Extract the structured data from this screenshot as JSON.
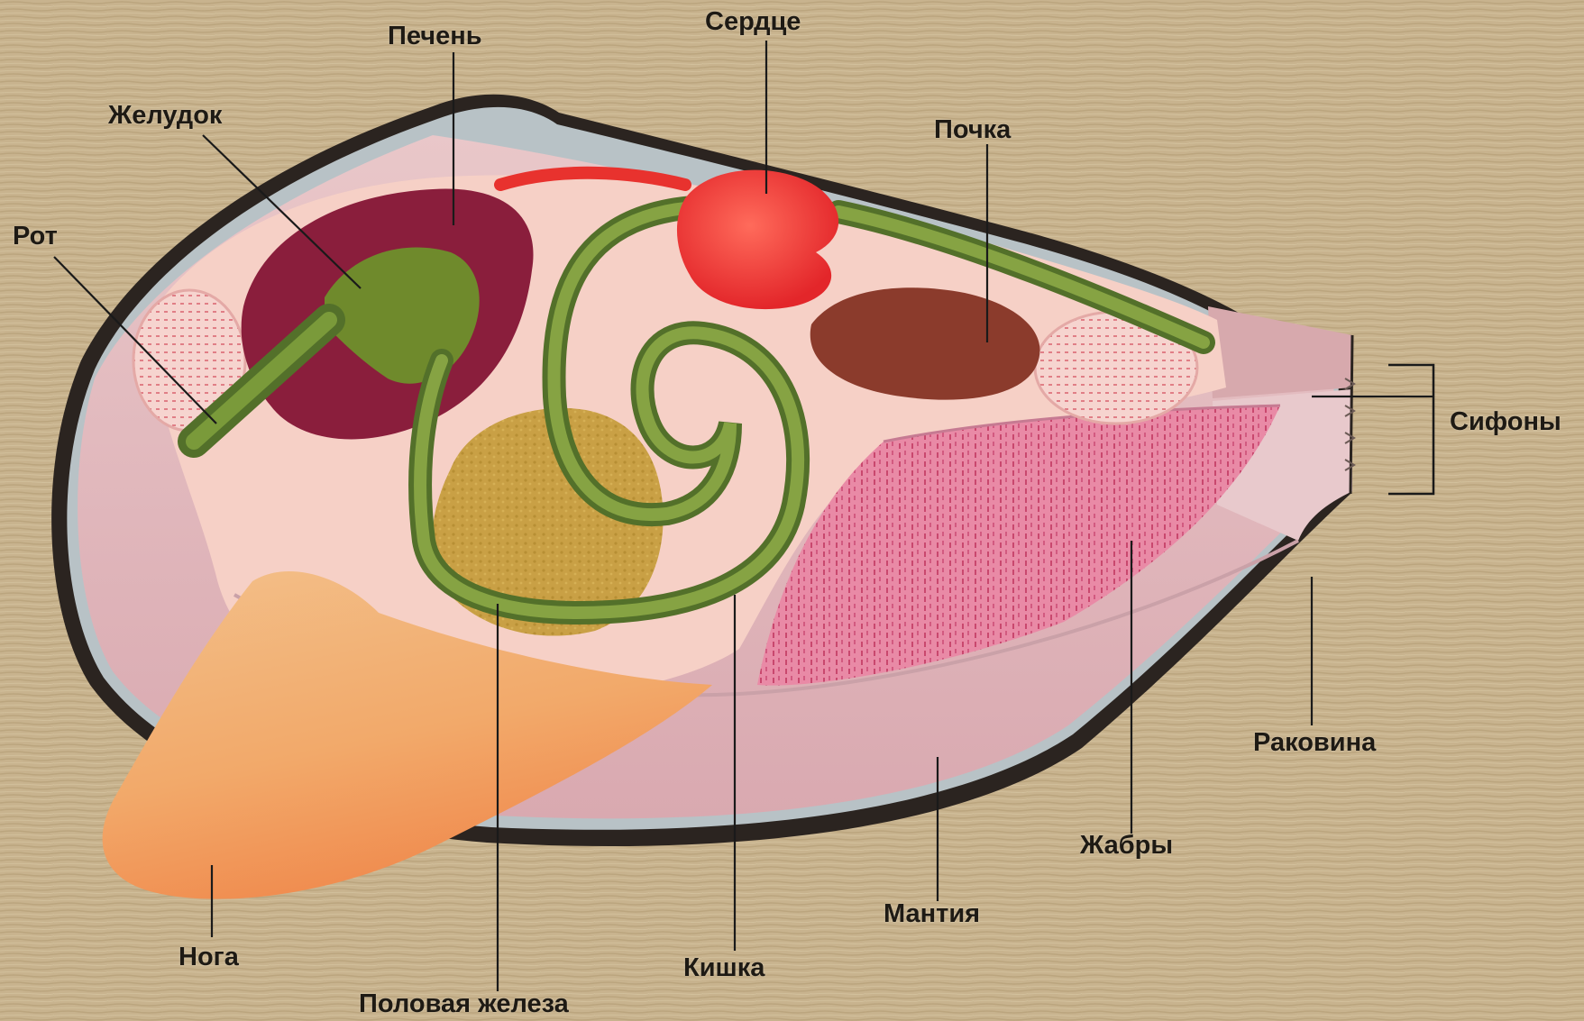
{
  "diagram": {
    "labels": {
      "rot": "Рот",
      "zheludok": "Желудок",
      "pechen": "Печень",
      "serdtse": "Сердце",
      "pochka": "Почка",
      "sifony": "Сифоны",
      "rakovina": "Раковина",
      "zhabry": "Жабры",
      "mantiya": "Мантия",
      "kishka": "Кишка",
      "polovaya_zheleza": "Половая железа",
      "noga": "Нога"
    }
  }
}
